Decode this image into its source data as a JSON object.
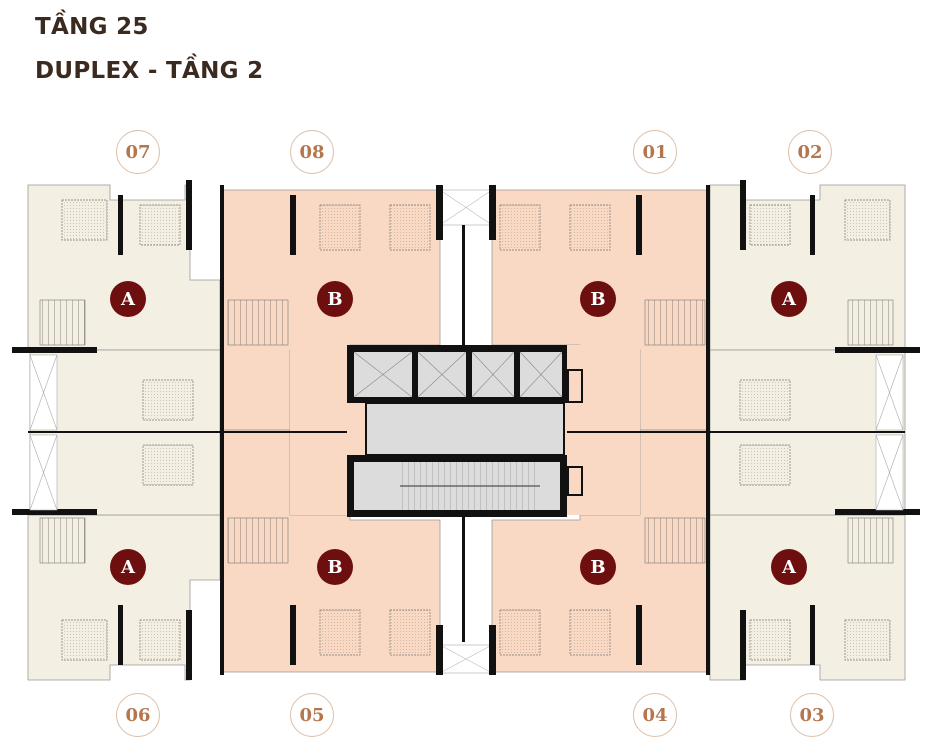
{
  "header": {
    "floor_title": "TẦNG 25",
    "subtitle": "DUPLEX - TẦNG 2"
  },
  "colors": {
    "title_text": "#3b2a1f",
    "unit_number_text": "#b5764e",
    "unit_number_ring": "#dcbfa8",
    "type_a_fill": "#f3efe2",
    "type_b_fill": "#f9d9c4",
    "core_fill": "#dcdcdc",
    "wall": "#111111",
    "badge_fill": "#6e0f0f",
    "badge_text": "#ffffff"
  },
  "units": [
    {
      "id": "07",
      "label": "07",
      "type": "A",
      "position": "top-left-outer"
    },
    {
      "id": "08",
      "label": "08",
      "type": "B",
      "position": "top-left-inner"
    },
    {
      "id": "01",
      "label": "01",
      "type": "B",
      "position": "top-right-inner"
    },
    {
      "id": "02",
      "label": "02",
      "type": "A",
      "position": "top-right-outer"
    },
    {
      "id": "06",
      "label": "06",
      "type": "A",
      "position": "bottom-left-outer"
    },
    {
      "id": "05",
      "label": "05",
      "type": "B",
      "position": "bottom-left-inner"
    },
    {
      "id": "04",
      "label": "04",
      "type": "B",
      "position": "bottom-right-inner"
    },
    {
      "id": "03",
      "label": "03",
      "type": "A",
      "position": "bottom-right-outer"
    }
  ],
  "unit_labels_top": [
    "07",
    "08",
    "01",
    "02"
  ],
  "unit_labels_bottom": [
    "06",
    "05",
    "04",
    "03"
  ],
  "type_badges": {
    "top": [
      "A",
      "B",
      "B",
      "A"
    ],
    "bottom": [
      "A",
      "B",
      "B",
      "A"
    ]
  },
  "core": {
    "elevators": 4,
    "stair": 1,
    "lobby": 1
  }
}
